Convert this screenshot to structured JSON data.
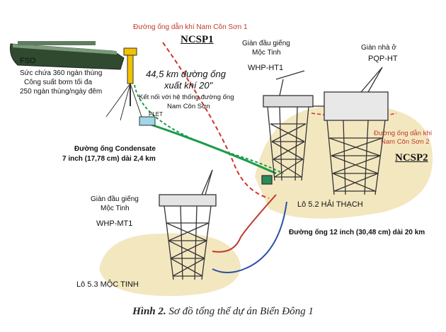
{
  "labels": {
    "fso": "FSO",
    "fso_capacity": "Sức chứa 360 ngàn thùng",
    "fso_pump": "Công suất bơm tối đa",
    "fso_pump_rate": "250 ngàn thùng/ngày đêm",
    "pipe_ncs1": "Đường ống dẫn khí Nam Côn Sơn 1",
    "ncsp1": "NCSP1",
    "pipe_length_1": "44,5 km đường ống",
    "pipe_length_2": "xuất khí 20\"",
    "connect_1": "Kết nối với hệ thống đường ống",
    "connect_2": "Nam Côn Sơn",
    "plet": "PLET",
    "whp_ht1_title_1": "Giàn đầu giếng",
    "whp_ht1_title_2": "Mộc Tinh",
    "whp_ht1": "WHP-HT1",
    "pqp_title": "Giàn nhà ở",
    "pqp": "PQP-HT",
    "pipe_ncs2_1": "Đường ống dẫn khí",
    "pipe_ncs2_2": "Nam Côn Sơn 2",
    "ncsp2": "NCSP2",
    "condensate_1": "Đường ống Condensate",
    "condensate_2": "7 inch (17,78 cm) dài 2,4 km",
    "whp_mt1_title_1": "Giàn đầu giếng",
    "whp_mt1_title_2": "Mộc Tinh",
    "whp_mt1": "WHP-MT1",
    "block_52": "Lô 5.2 HẢI THẠCH",
    "pipe_12": "Đường ống 12 inch (30,48 cm) dài 20 km",
    "block_53": "Lô 5.3 MỘC TINH"
  },
  "caption": {
    "bold": "Hình 2.",
    "text": " Sơ đồ tổng thể dự án Biển Đông 1"
  },
  "colors": {
    "ncs_pipe": "#d0342c",
    "export_pipe": "#1a9c4a",
    "intra_pipe_red": "#c0392b",
    "intra_pipe_blue": "#2e4fa8",
    "seabed": "#f3e7c0",
    "structure": "#333333"
  }
}
